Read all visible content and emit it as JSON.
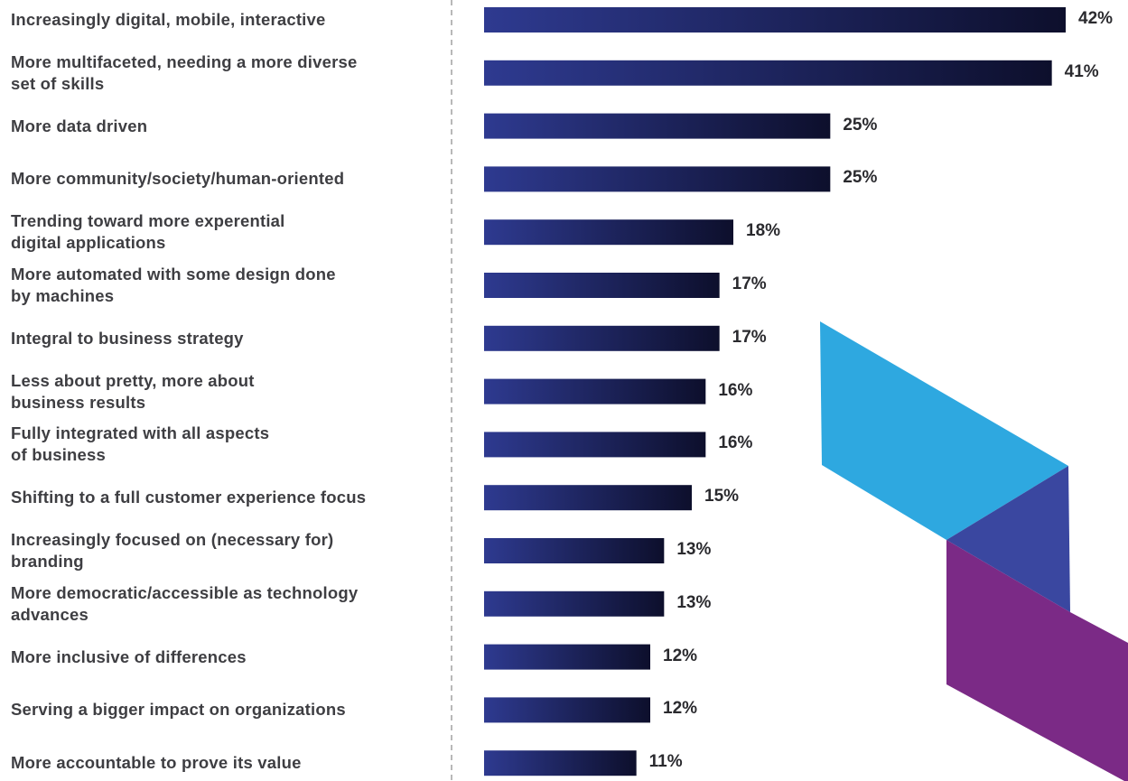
{
  "chart_data": {
    "type": "bar",
    "orientation": "horizontal",
    "categories": [
      "Increasingly digital, mobile, interactive",
      "More multifaceted, needing a more diverse set of skills",
      "More data driven",
      "More community/society/human-oriented",
      "Trending toward more experential digital applications",
      "More automated with some design done by machines",
      "Integral to business strategy",
      "Less about pretty, more about business results",
      "Fully integrated with all aspects of business",
      "Shifting to a full customer experience focus",
      "Increasingly focused on (necessary for) branding",
      "More democratic/accessible as technology advances",
      "More inclusive of differences",
      "Serving a bigger impact on organizations",
      "More accountable to prove its value"
    ],
    "values": [
      42,
      41,
      25,
      25,
      18,
      17,
      17,
      16,
      16,
      15,
      13,
      13,
      12,
      12,
      11
    ],
    "value_labels": [
      "42%",
      "41%",
      "25%",
      "25%",
      "18%",
      "17%",
      "17%",
      "16%",
      "16%",
      "15%",
      "13%",
      "13%",
      "12%",
      "12%",
      "11%"
    ],
    "xlim": [
      0,
      42
    ],
    "grid": false,
    "colors": {
      "bar_start": "#2e3a90",
      "bar_end": "#0d0f2c",
      "divider": "#888888",
      "shape_blue": "#2ea8e0",
      "shape_navy": "#3a47a0",
      "shape_purple": "#7b2a86"
    }
  }
}
